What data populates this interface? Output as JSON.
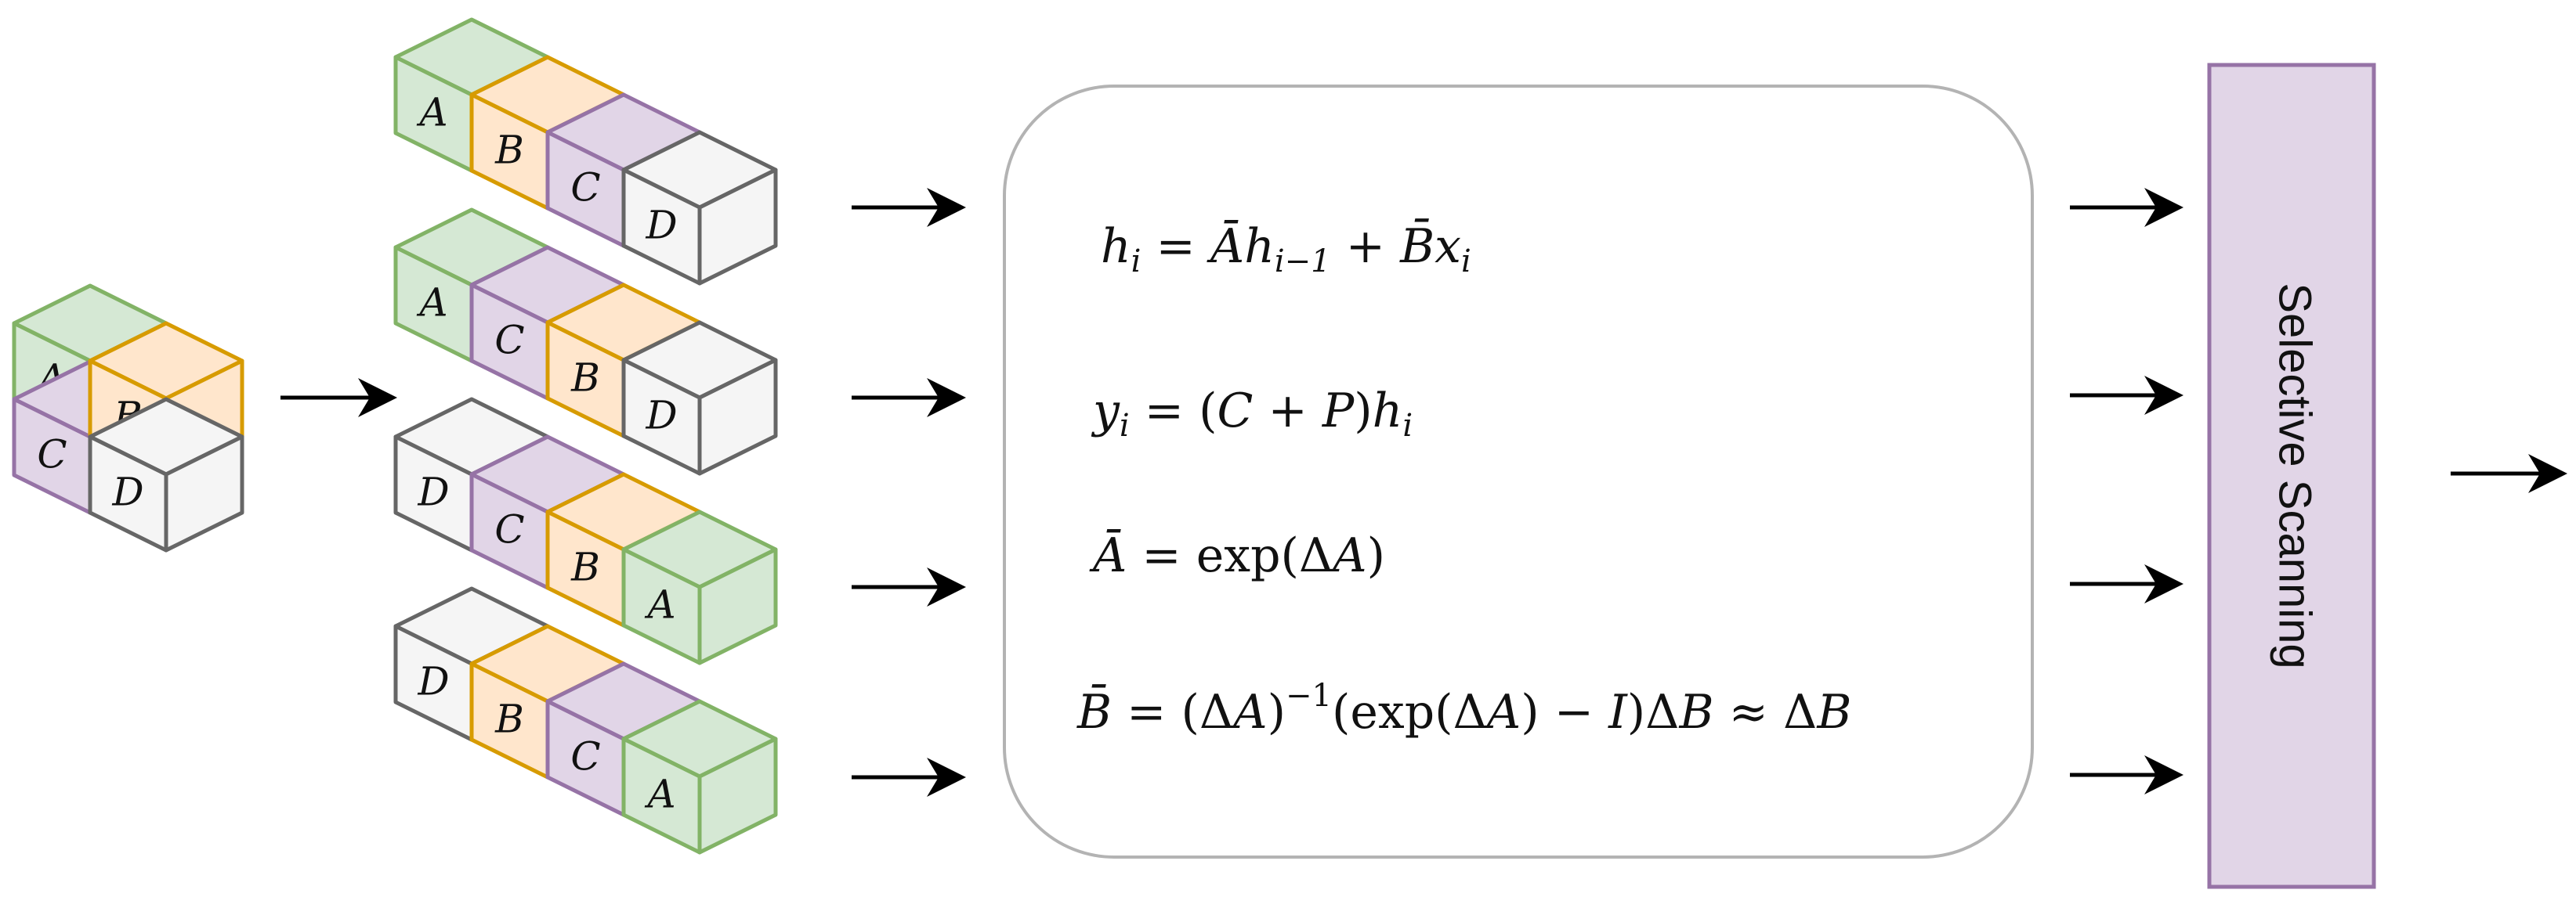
{
  "colors": {
    "green": {
      "fill": "#d5e8d4",
      "stroke": "#82b366"
    },
    "orange": {
      "fill": "#ffe6cc",
      "stroke": "#d79b00"
    },
    "purple": {
      "fill": "#e1d5e7",
      "stroke": "#9673a6"
    },
    "gray": {
      "fill": "#f5f5f5",
      "stroke": "#666666"
    },
    "arrow": "#000000",
    "box_stroke": "#b3b3b3"
  },
  "input_grid": {
    "cells": [
      {
        "label": "A",
        "color": "green"
      },
      {
        "label": "B",
        "color": "orange"
      },
      {
        "label": "C",
        "color": "purple"
      },
      {
        "label": "D",
        "color": "gray"
      }
    ]
  },
  "sequences": [
    {
      "cells": [
        {
          "label": "A",
          "color": "green"
        },
        {
          "label": "B",
          "color": "orange"
        },
        {
          "label": "C",
          "color": "purple"
        },
        {
          "label": "D",
          "color": "gray"
        }
      ]
    },
    {
      "cells": [
        {
          "label": "A",
          "color": "green"
        },
        {
          "label": "C",
          "color": "purple"
        },
        {
          "label": "B",
          "color": "orange"
        },
        {
          "label": "D",
          "color": "gray"
        }
      ]
    },
    {
      "cells": [
        {
          "label": "D",
          "color": "gray"
        },
        {
          "label": "C",
          "color": "purple"
        },
        {
          "label": "B",
          "color": "orange"
        },
        {
          "label": "A",
          "color": "green"
        }
      ]
    },
    {
      "cells": [
        {
          "label": "D",
          "color": "gray"
        },
        {
          "label": "B",
          "color": "orange"
        },
        {
          "label": "C",
          "color": "purple"
        },
        {
          "label": "A",
          "color": "green"
        }
      ]
    }
  ],
  "equations": {
    "eq1": "hᵢ = Āhᵢ₋₁ + B̄xᵢ",
    "eq2": "yᵢ = (C + P)hᵢ",
    "eq3": "Ā = exp(ΔA)",
    "eq4": "B̄ = (ΔA)⁻¹(exp(ΔA) − I)ΔB ≈ ΔB"
  },
  "selective_scanning": {
    "label": "Selective Scanning"
  }
}
